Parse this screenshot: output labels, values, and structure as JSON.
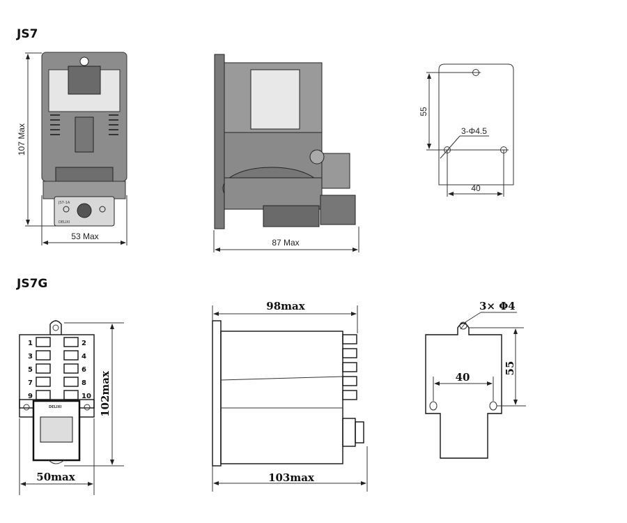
{
  "sections": [
    {
      "title": "JS7",
      "front_view": {
        "height_label": "107 Max",
        "width_label": "53 Max",
        "model_plate": "JS7-1A",
        "brand": "DELIXI"
      },
      "side_view": {
        "width_label": "87 Max"
      },
      "mounting": {
        "vertical_label": "55",
        "horizontal_label": "40",
        "hole_label": "3-Φ4.5"
      }
    },
    {
      "title": "JS7G",
      "front_view": {
        "height_label": "102max",
        "width_label": "50max",
        "brand": "DELIXI",
        "terminals": [
          "1",
          "2",
          "3",
          "4",
          "5",
          "6",
          "7",
          "8",
          "9",
          "10"
        ]
      },
      "side_view": {
        "depth_label": "98max",
        "total_label": "103max"
      },
      "mounting": {
        "vertical_label": "55",
        "horizontal_label": "40",
        "hole_label": "3× Φ4"
      }
    }
  ]
}
